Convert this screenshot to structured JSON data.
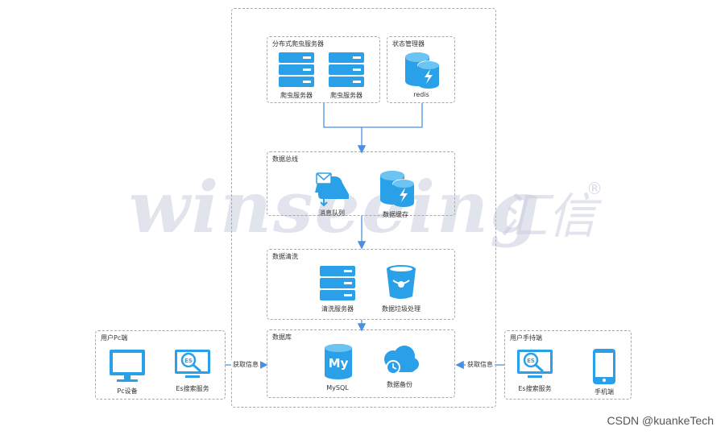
{
  "watermark": {
    "latin": "winseeing",
    "cn": "汇信",
    "reg": "®"
  },
  "credit": "CSDN @kuankeTech",
  "colors": {
    "accent": "#2aa0e8",
    "line": "#4a90e2",
    "border": "#a8a8a8"
  },
  "groups": {
    "crawler": {
      "title": "分布式爬虫服务器",
      "items": [
        "爬虫服务器",
        "爬虫服务器"
      ]
    },
    "state": {
      "title": "状态管理器",
      "items": [
        "redis"
      ]
    },
    "bus": {
      "title": "数据总线",
      "items": [
        "消息队列",
        "数据缓存"
      ]
    },
    "clean": {
      "title": "数据清洗",
      "items": [
        "清洗服务器",
        "数据垃圾处理"
      ]
    },
    "db": {
      "title": "数据库",
      "items": [
        "MySQL",
        "数据备份"
      ],
      "mysql_logo": "My"
    },
    "pc": {
      "title": "用户Pc端",
      "items": [
        "Pc设备",
        "Es搜索服务"
      ],
      "es_logo": "ES"
    },
    "mobile": {
      "title": "用户手持端",
      "items": [
        "Es搜索服务",
        "手机端"
      ],
      "es_logo": "ES"
    }
  },
  "arrows": {
    "left": "获取信息",
    "right": "获取信息"
  }
}
